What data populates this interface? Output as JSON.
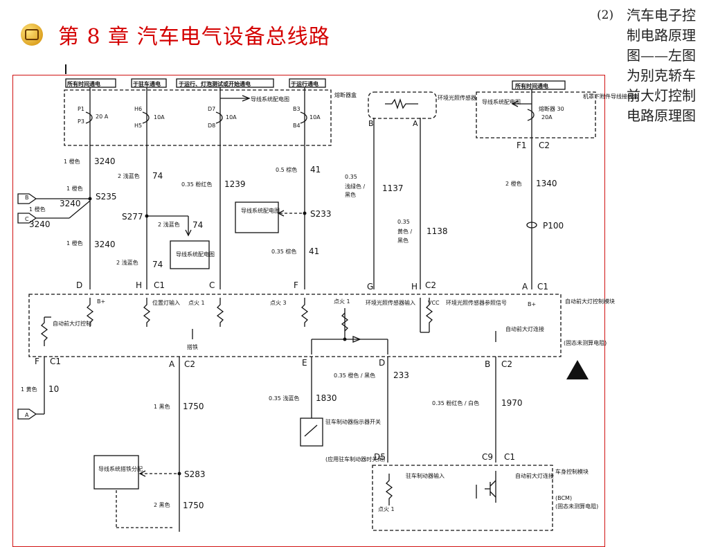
{
  "header": {
    "icon": "chapter-badge-icon",
    "title": "第 8 章   汽车电气设备总线路"
  },
  "side_note": {
    "number": "(2)",
    "text": "汽车电子控制电路原理图——左图为别克轿车前大灯控制电路原理图"
  },
  "diagram": {
    "supply_labels": [
      "所有时间通电",
      "于驻车通电",
      "于运行、灯泡测试或开始通电",
      "于运行通电",
      "所有时间通电"
    ],
    "fuse_block_label": "熔断器盒",
    "fuses": {
      "p1": "P1",
      "p3": "P3",
      "rating_20a": "20 A",
      "h6": "H6",
      "h5": "H5",
      "rating_10a": "10A",
      "d7": "D7",
      "d8": "D8",
      "b3": "B3",
      "b4": "B4",
      "fuse30": "熔断器 30",
      "fuse30_rating": "20A"
    },
    "wiring_ref": "导线系统配电图",
    "underhood_label": "机罩下附件导线接线盒",
    "sensor": {
      "label": "环境光照传感器",
      "b": "B",
      "a": "A"
    },
    "wires": {
      "w3240a": "1 橙色",
      "n3240": "3240",
      "w74a": "2 浅蓝色",
      "n74": "74",
      "w1239": "0.35 粉红色",
      "n1239": "1239",
      "w41a": "0.5 棕色",
      "n41": "41",
      "w1137a": "0.35",
      "w1137b": "浅绿色 /",
      "w1137c": "黑色",
      "n1137": "1137",
      "w1138a": "0.35",
      "w1138b": "黄色 /",
      "w1138c": "黑色",
      "n1138": "1138",
      "w1340": "2 橙色",
      "n1340": "1340",
      "w3240b": "1 橙色",
      "w3240c": "1 橙色",
      "w3240d": "1 橙色",
      "w74b": "2 浅蓝色",
      "w74c": "2 浅蓝色",
      "w41b": "0.35 棕色",
      "w10": "1 黄色",
      "n10": "10",
      "w1750a": "1 黑色",
      "n1750": "1750",
      "w233": "0.35 橙色 / 黑色",
      "n233": "233",
      "w1830": "0.35 浅蓝色",
      "n1830": "1830",
      "w1970": "0.35 粉红色 / 白色",
      "n1970": "1970",
      "w1750b": "2 黑色"
    },
    "splices": {
      "s235": "S235",
      "s277": "S277",
      "s233": "S233",
      "p100": "P100",
      "s283": "S283"
    },
    "connectors": {
      "b": "B",
      "c": "C",
      "a": "A",
      "f1": "F1",
      "c2": "C2",
      "d": "D",
      "h": "H",
      "c1": "C1",
      "f": "F",
      "g": "G",
      "e": "E",
      "d5": "D5",
      "c9": "C9"
    },
    "module": {
      "label": "自动前大灯控制模块",
      "label2": "(固态未测算电阻)",
      "b_plus": "B+",
      "auto_ctrl": "自动前大灯控制",
      "pos_input": "位置灯输入",
      "ign1": "点火 1",
      "ign3": "点火 3",
      "amb_input": "环境光照传感器输入",
      "vcc": "VCC",
      "amb_ref": "环境光照传感器参照信号",
      "auto_conn": "自动前大灯连接",
      "ground": "搭铁"
    },
    "park_switch": "驻车制动器指示器开关",
    "park_switch_note": "(应用驻车制动器时关闭)",
    "ground_dist": "导线系统搭铁分配",
    "bcm": {
      "label": "车身控制模块",
      "label2": "(BCM)",
      "label3": "(固态未测算电阻)",
      "park_input": "驻车制动器输入",
      "auto_conn": "自动前大灯连接",
      "ign1": "点火 1"
    }
  }
}
